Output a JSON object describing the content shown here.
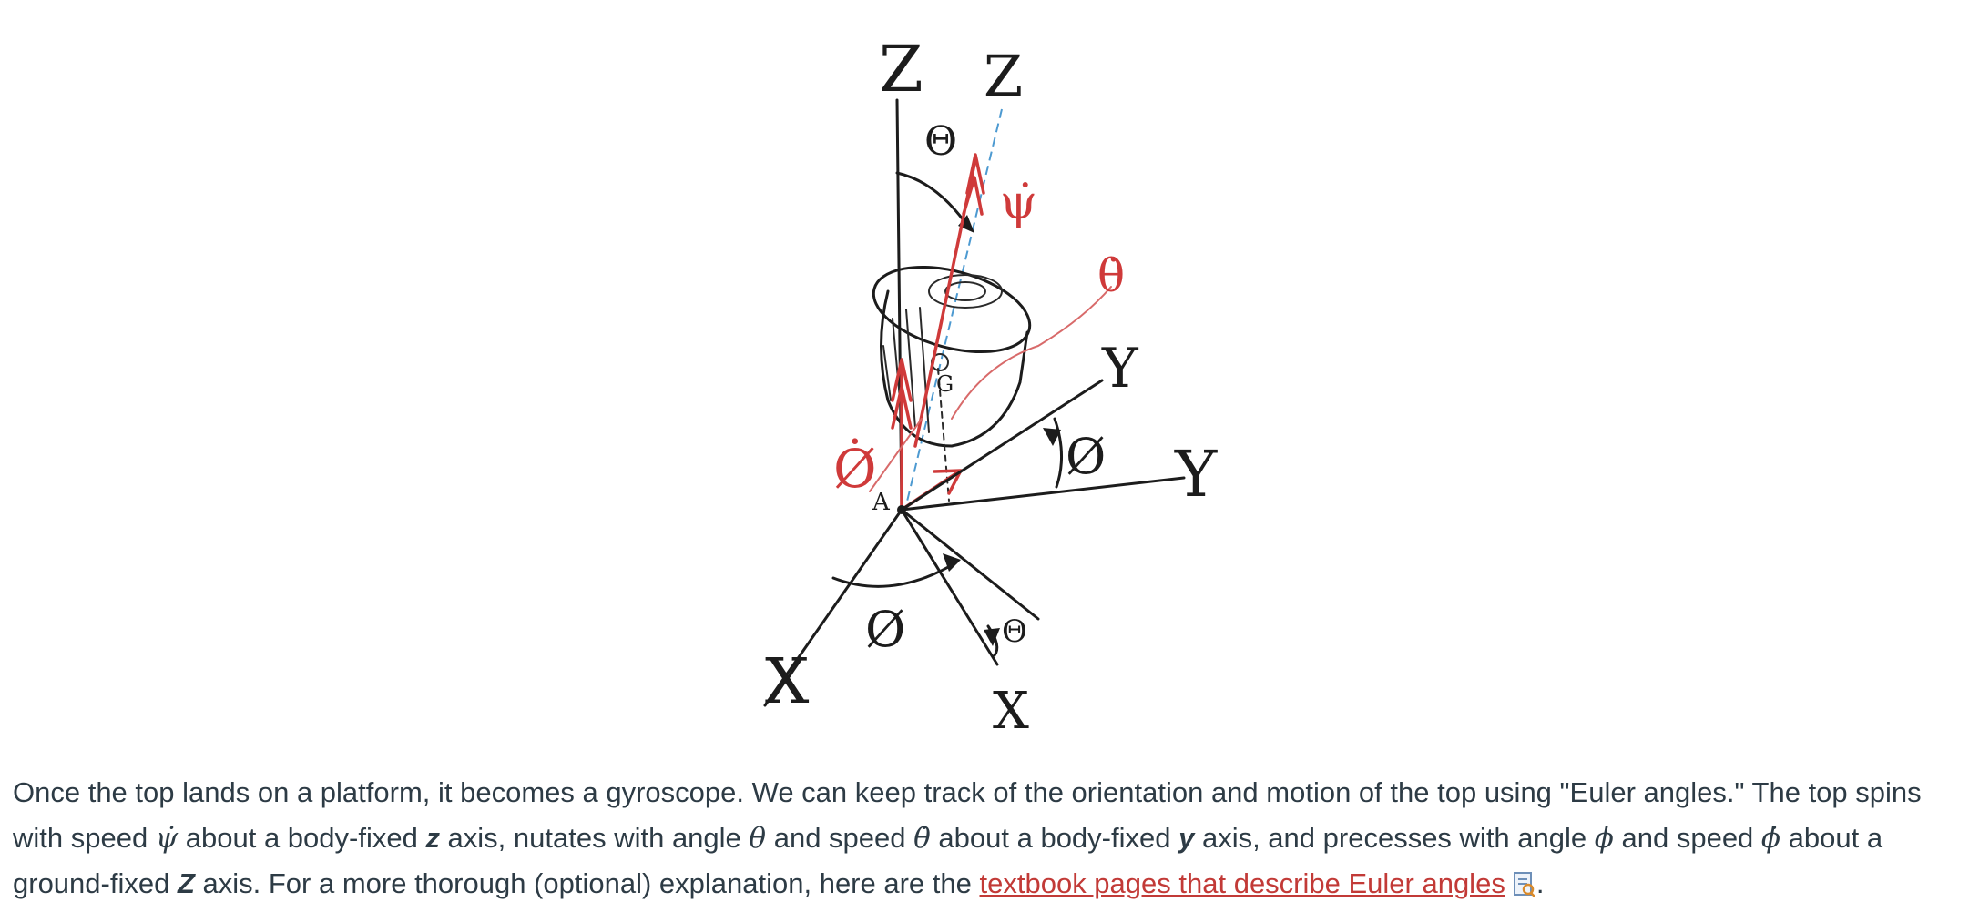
{
  "figure": {
    "labels": {
      "ground_z": "Z",
      "body_z": "Z",
      "theta_top": "Θ",
      "psi_dot": "ψ̇",
      "theta_dot": "θ̇",
      "y_body": "Y",
      "y_ground": "Y",
      "phi_right": "Ø",
      "phi_dot": "Ø̇",
      "point_a": "A",
      "point_g": "G",
      "phi_bottom": "Ø",
      "theta_bottom": "Θ",
      "x_ground": "X",
      "x_body": "X"
    },
    "colors": {
      "ink": "#1c1c1c",
      "red": "#cf3a3a",
      "blue": "#4d9ad1"
    }
  },
  "caption": {
    "s1": "Once the top lands on a platform, it becomes a gyroscope. We can keep track of the orientation and motion of the top using \"Euler angles.\" The top spins with speed ",
    "psi_dot": "ψ̇",
    "s2": " about a body-fixed ",
    "z": "z",
    "s3": " axis, nutates with angle ",
    "theta": "θ",
    "s4": " and speed ",
    "theta_dot": "θ̇",
    "s5": " about a body-fixed ",
    "y": "y",
    "s6": " axis, and precesses with angle ",
    "phi": "ϕ",
    "s7": " and speed ",
    "phi_dot": "ϕ̇",
    "s8": " about a ground-fixed ",
    "Z": "Z",
    "s9": " axis.  For a more thorough (optional) explanation, here are the ",
    "link_text": "textbook pages that describe Euler angles",
    "s10": "."
  }
}
